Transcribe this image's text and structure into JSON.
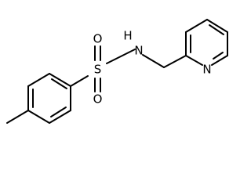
{
  "molecule": {
    "atoms": {
      "o_top": "O",
      "o_bottom": "O",
      "sulfur": "S",
      "nh": "H",
      "n_amide": "N",
      "n_pyridine": "N"
    }
  }
}
